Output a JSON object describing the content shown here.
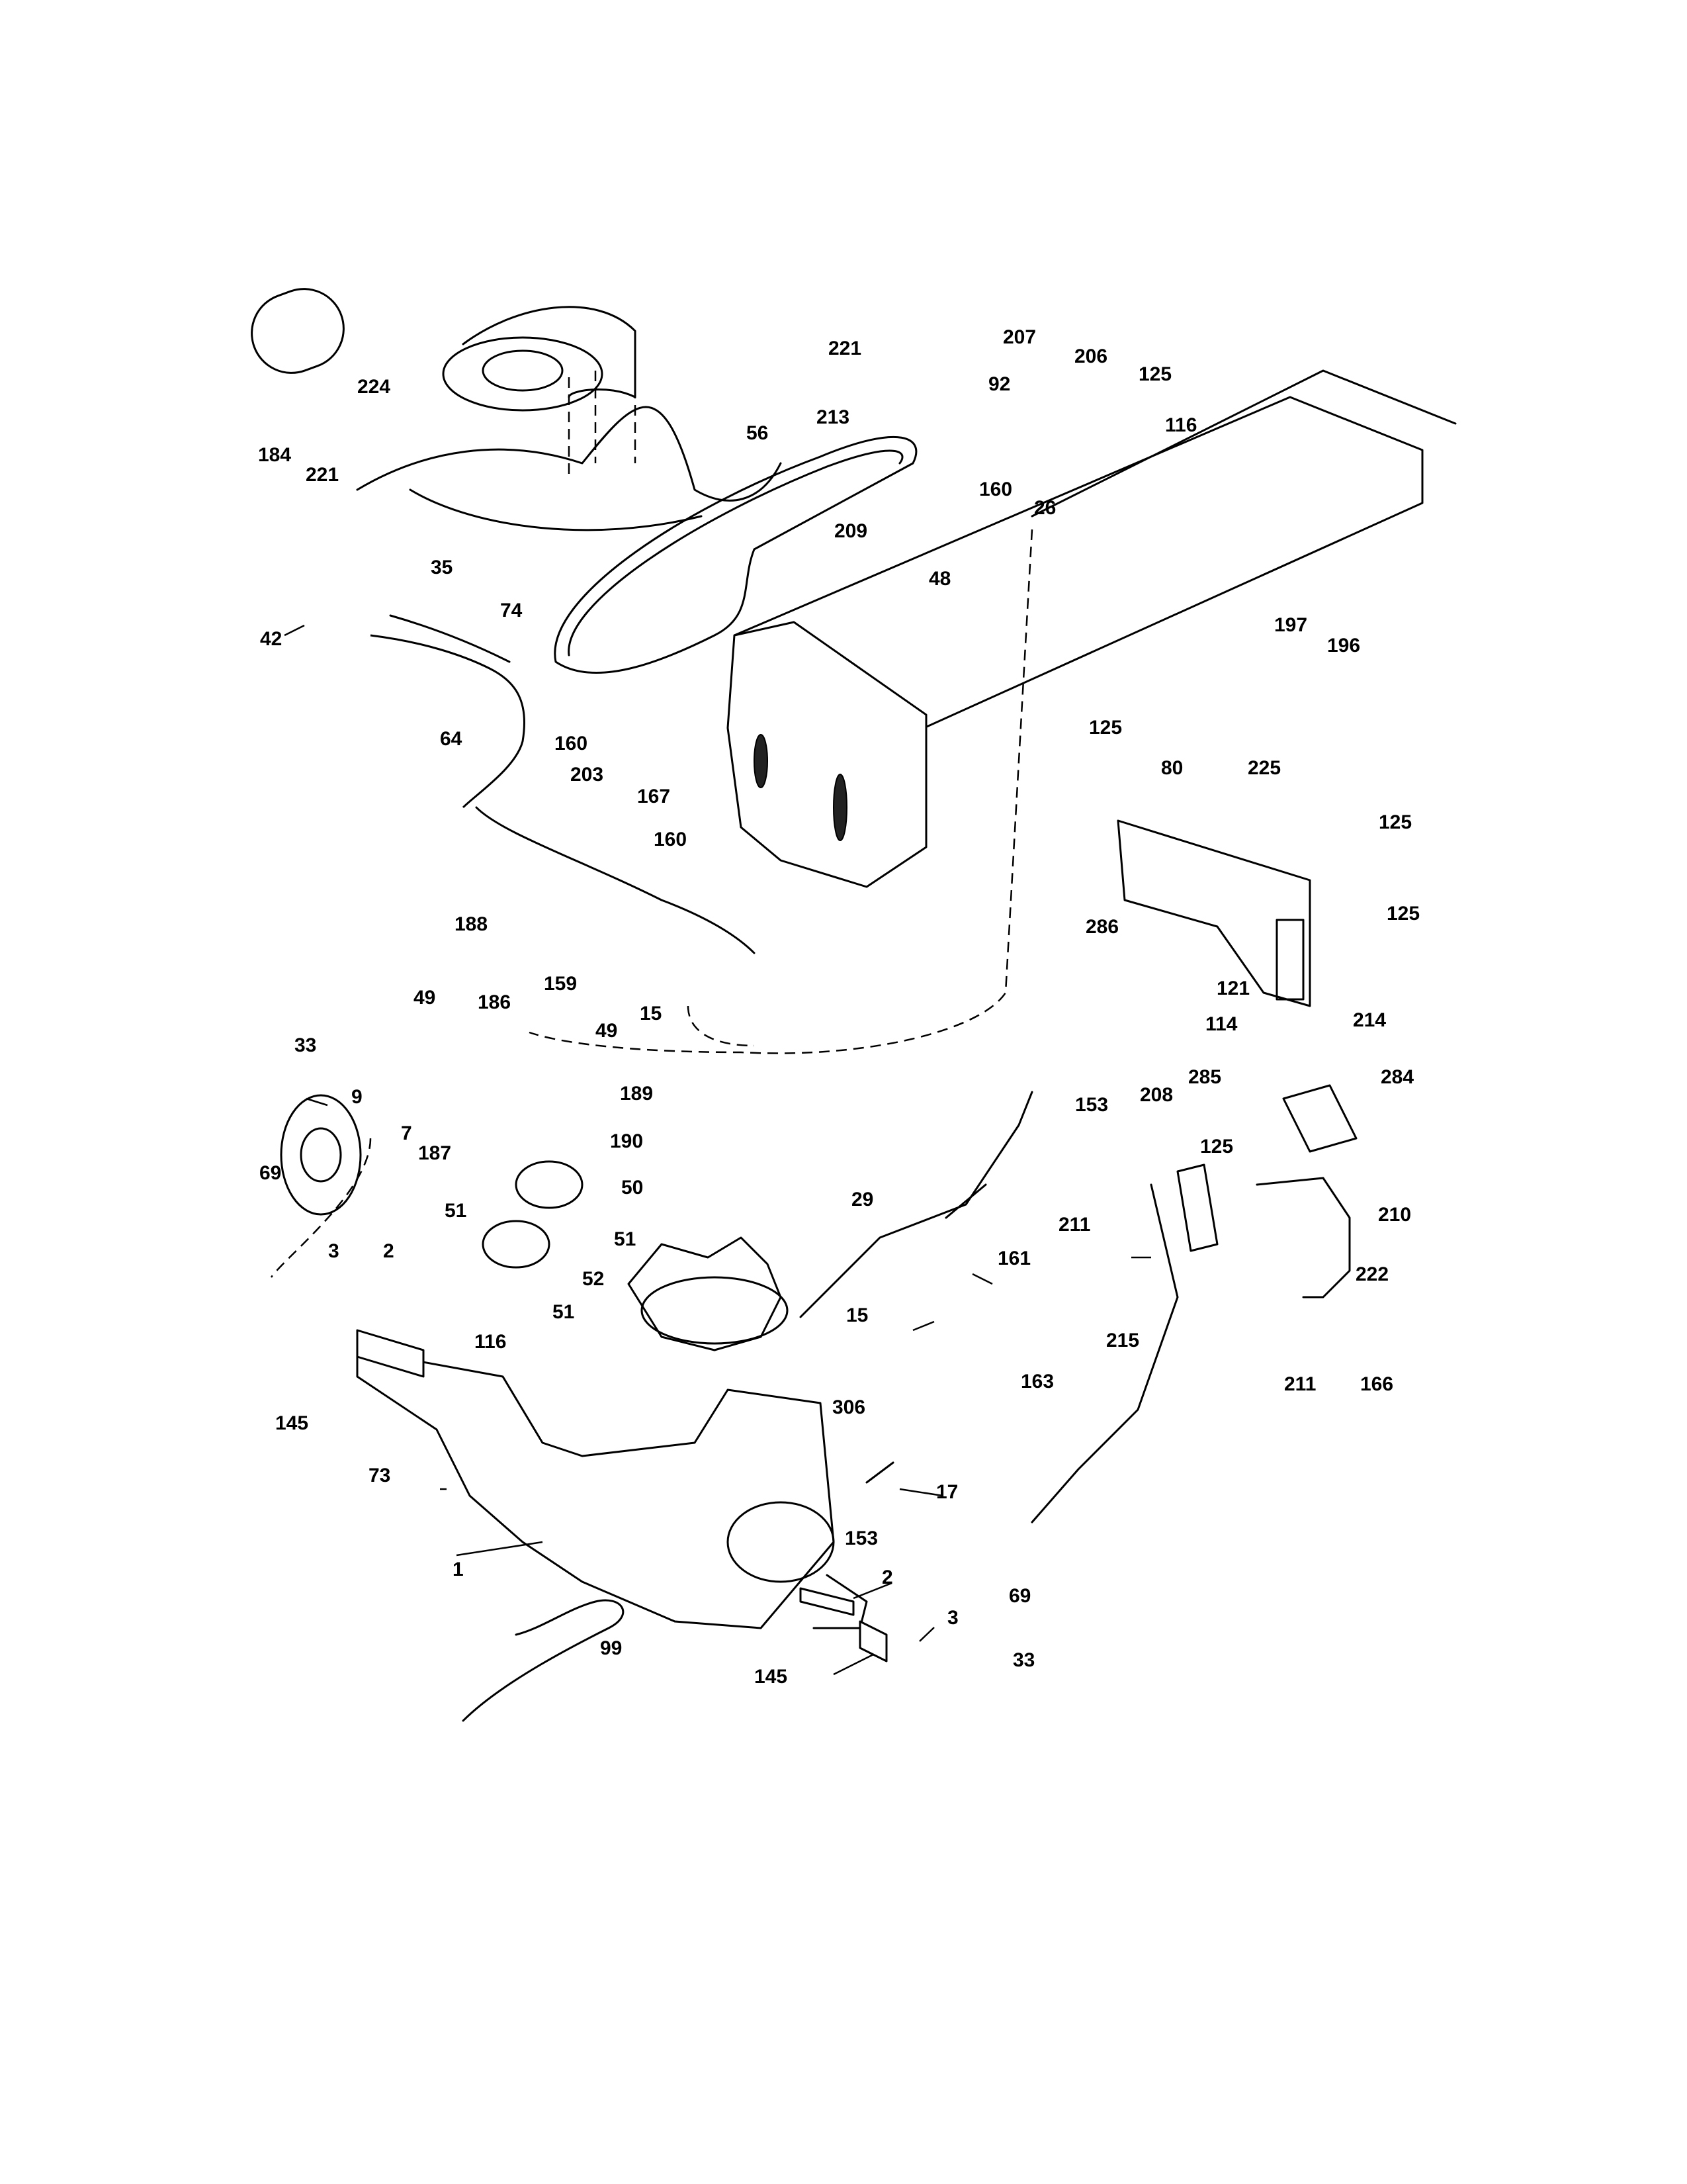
{
  "callouts": [
    "1",
    "2",
    "2",
    "3",
    "3",
    "7",
    "9",
    "15",
    "15",
    "17",
    "26",
    "29",
    "33",
    "33",
    "35",
    "42",
    "48",
    "49",
    "49",
    "50",
    "51",
    "51",
    "51",
    "52",
    "56",
    "64",
    "69",
    "69",
    "73",
    "74",
    "80",
    "92",
    "99",
    "114",
    "116",
    "116",
    "121",
    "125",
    "125",
    "125",
    "125",
    "125",
    "145",
    "145",
    "153",
    "153",
    "159",
    "160",
    "160",
    "160",
    "161",
    "163",
    "166",
    "167",
    "184",
    "186",
    "187",
    "188",
    "189",
    "190",
    "196",
    "197",
    "203",
    "206",
    "207",
    "208",
    "209",
    "210",
    "211",
    "211",
    "213",
    "214",
    "215",
    "221",
    "221",
    "222",
    "224",
    "225",
    "284",
    "285",
    "286",
    "306"
  ]
}
